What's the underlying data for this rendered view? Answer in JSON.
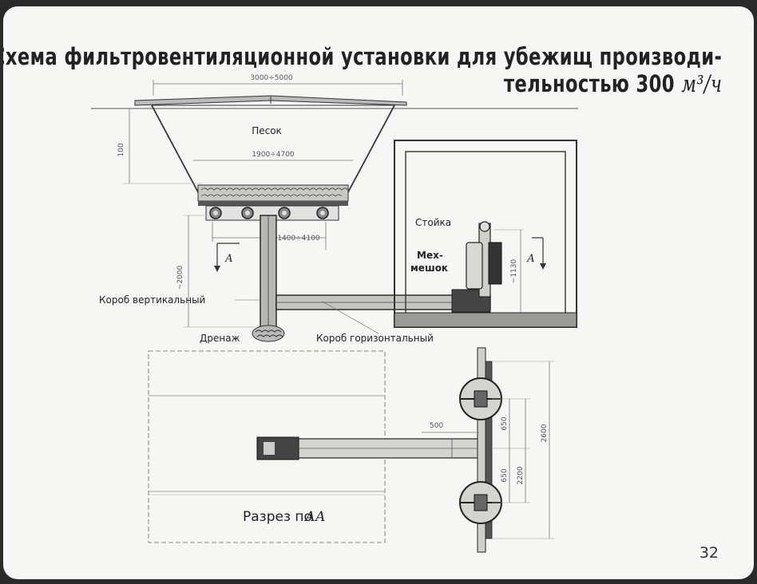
{
  "title": {
    "line1": "Схема фильтровентиляционной установки для убежищ производи-",
    "line2": "тельностью 300",
    "unit": "м³/ч"
  },
  "labels": {
    "sand": "Песок",
    "stand": "Стойка",
    "bag_line1": "Мех-",
    "bag_line2": "мешок",
    "vertical_duct": "Короб вертикальный",
    "drainage": "Дренаж",
    "horizontal_duct": "Короб горизонтальный",
    "section": "Разрез по",
    "section_letters": "АА",
    "section_mark_left": "А",
    "section_mark_right": "А"
  },
  "dimensions": {
    "top_width": "3000÷5000",
    "depth": "100",
    "inner_width": "1900÷4700",
    "bottom_width": "1400÷4100",
    "duct_height": "~2000",
    "bag_height": "~1130",
    "plan_500": "500",
    "plan_650_top": "650",
    "plan_650_bottom": "650",
    "plan_2200": "2200",
    "plan_2600": "2600"
  },
  "page_number": "32"
}
